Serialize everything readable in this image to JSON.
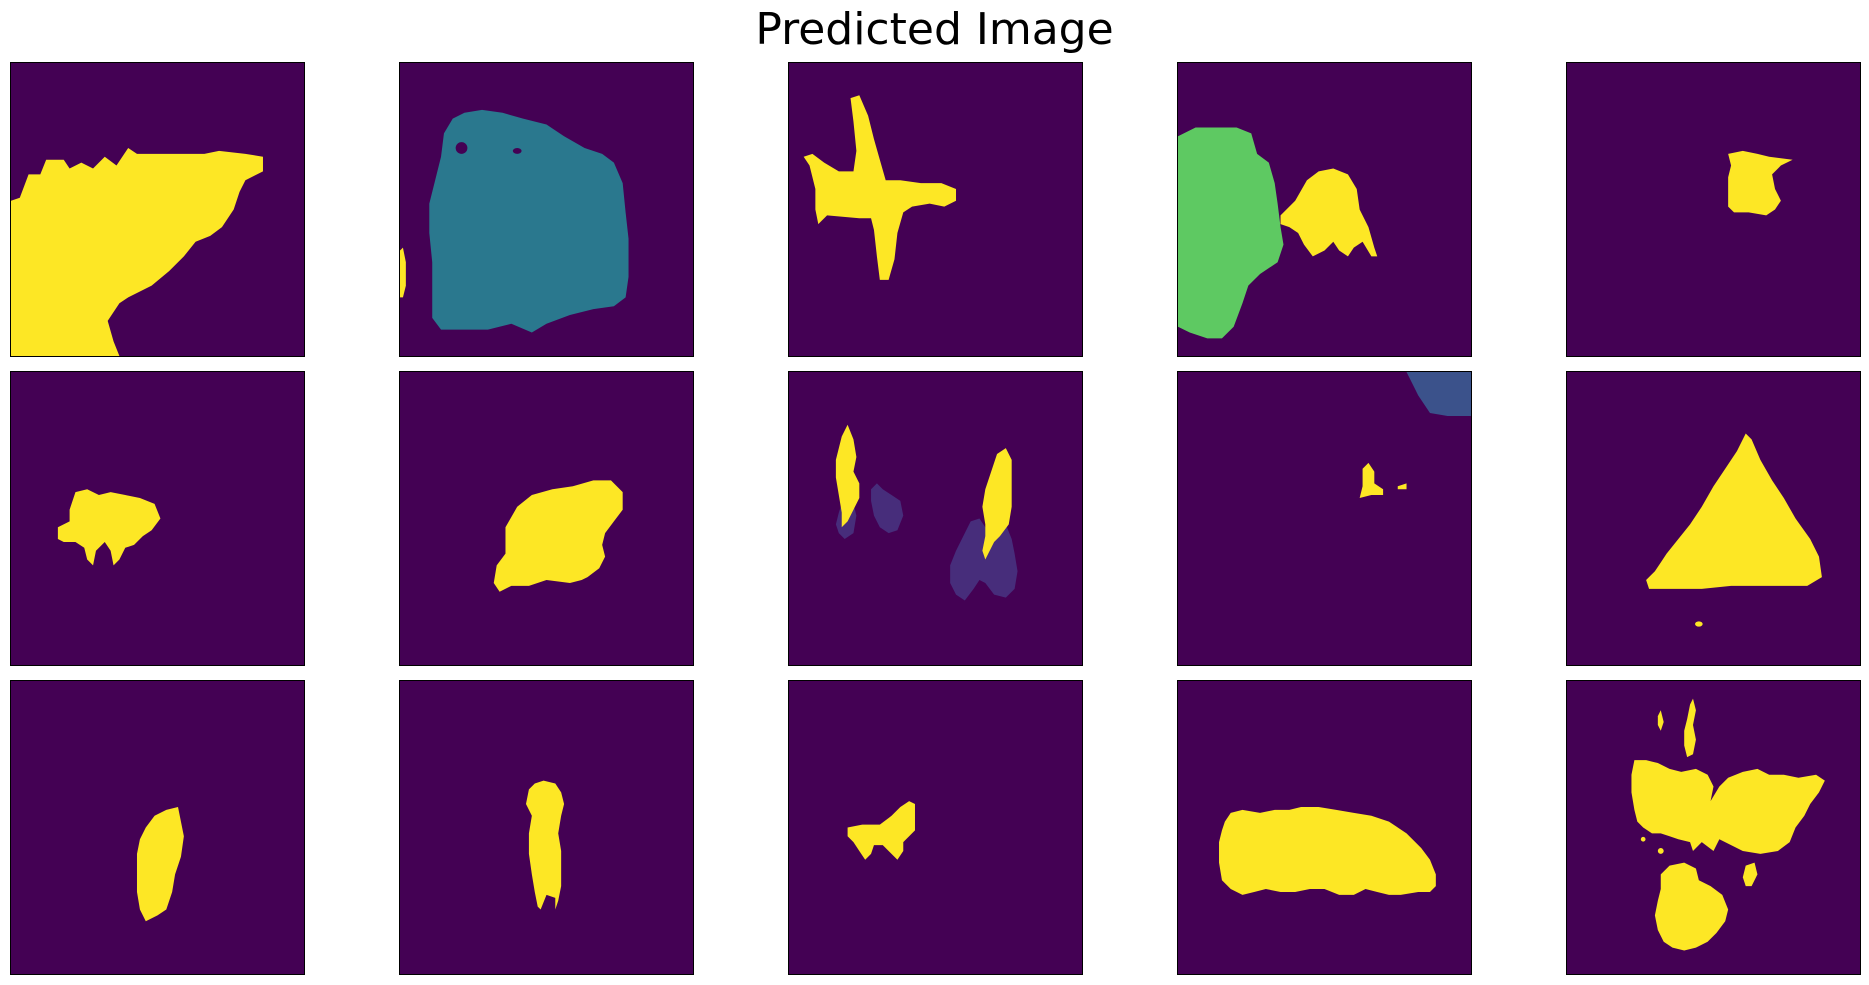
{
  "figure": {
    "title": "Predicted Image"
  },
  "colors": {
    "background": "#440154",
    "yellow": "#fde725",
    "teal": "#2a788e",
    "green": "#5ec962",
    "indigo": "#3b528b",
    "purple": "#472d7b"
  },
  "panels": [
    {
      "label": "panel-1",
      "colors": [
        "background",
        "yellow"
      ]
    },
    {
      "label": "panel-2",
      "colors": [
        "background",
        "teal",
        "yellow"
      ]
    },
    {
      "label": "panel-3",
      "colors": [
        "background",
        "yellow"
      ]
    },
    {
      "label": "panel-4",
      "colors": [
        "background",
        "green",
        "yellow"
      ]
    },
    {
      "label": "panel-5",
      "colors": [
        "background",
        "yellow"
      ]
    },
    {
      "label": "panel-6",
      "colors": [
        "background",
        "yellow"
      ]
    },
    {
      "label": "panel-7",
      "colors": [
        "background",
        "yellow"
      ]
    },
    {
      "label": "panel-8",
      "colors": [
        "background",
        "yellow",
        "purple"
      ]
    },
    {
      "label": "panel-9",
      "colors": [
        "background",
        "indigo",
        "yellow"
      ]
    },
    {
      "label": "panel-10",
      "colors": [
        "background",
        "yellow"
      ]
    },
    {
      "label": "panel-11",
      "colors": [
        "background",
        "yellow"
      ]
    },
    {
      "label": "panel-12",
      "colors": [
        "background",
        "yellow"
      ]
    },
    {
      "label": "panel-13",
      "colors": [
        "background",
        "yellow"
      ]
    },
    {
      "label": "panel-14",
      "colors": [
        "background",
        "yellow"
      ]
    },
    {
      "label": "panel-15",
      "colors": [
        "background",
        "yellow"
      ]
    }
  ]
}
